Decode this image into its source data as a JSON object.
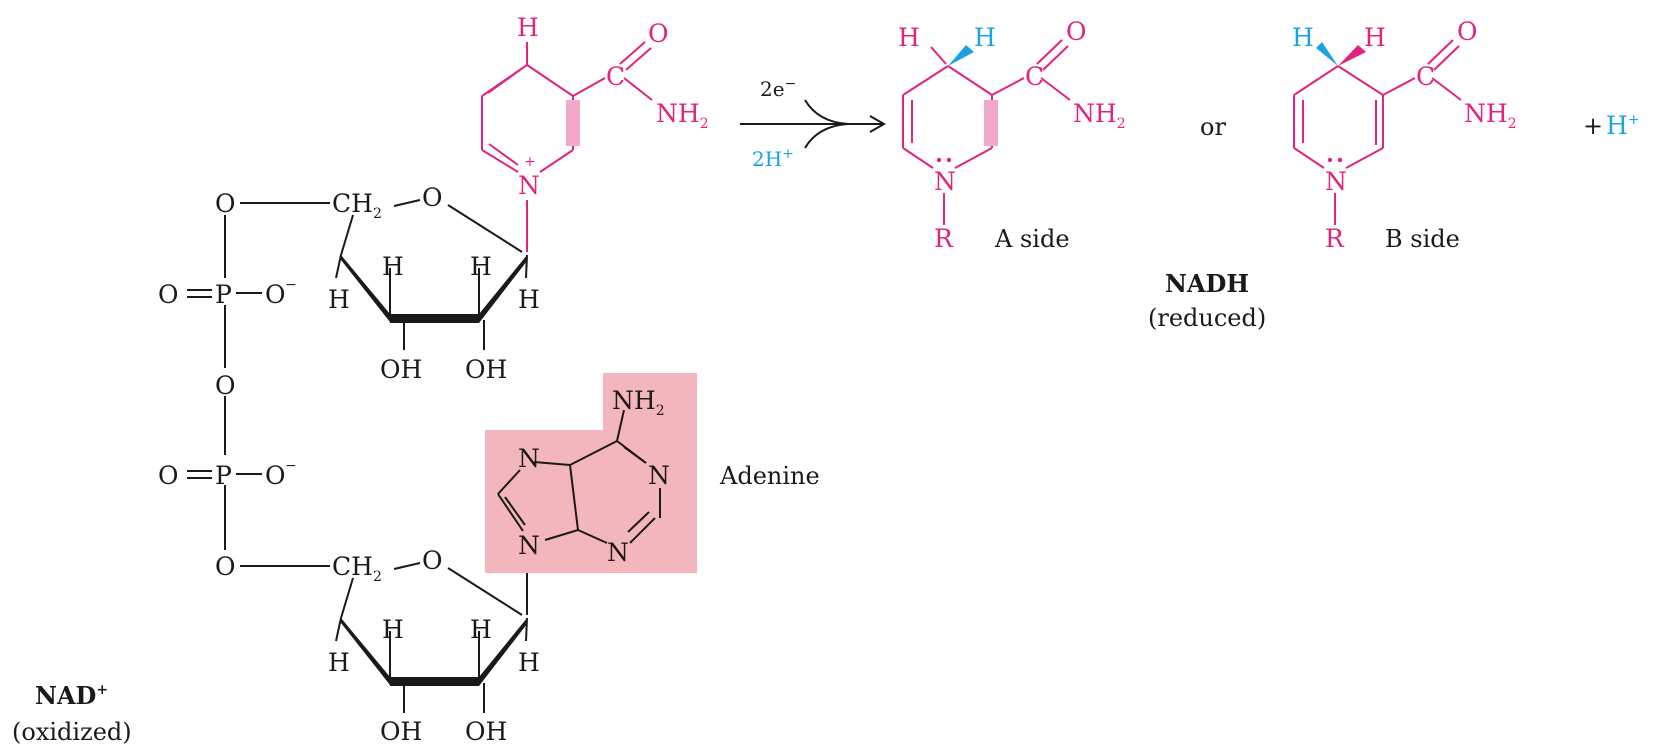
{
  "colors": {
    "black": "#1a1a1a",
    "magenta": "#e0247f",
    "cyan": "#1aa3e0",
    "adenine_box": "#f4b6bd"
  },
  "arrow": {
    "electrons": "2e",
    "electrons_charge": "−",
    "protons": "2H",
    "protons_charge": "+"
  },
  "nad": {
    "name": "NAD",
    "charge": "+",
    "state": "(oxidized)"
  },
  "nadh": {
    "name": "NADH",
    "state": "(reduced)",
    "connector": "or",
    "a_side": "A side",
    "b_side": "B side",
    "plus": "+"
  },
  "proton": {
    "symbol": "H",
    "charge": "+"
  },
  "adenine_label": "Adenine",
  "atoms": {
    "H": "H",
    "O": "O",
    "C": "C",
    "N": "N",
    "P": "P",
    "R": "R",
    "NH": "NH",
    "sub2": "2",
    "CH": "CH",
    "OH": "OH",
    "O_minus": "O",
    "minus": "−",
    "plus": "+"
  }
}
